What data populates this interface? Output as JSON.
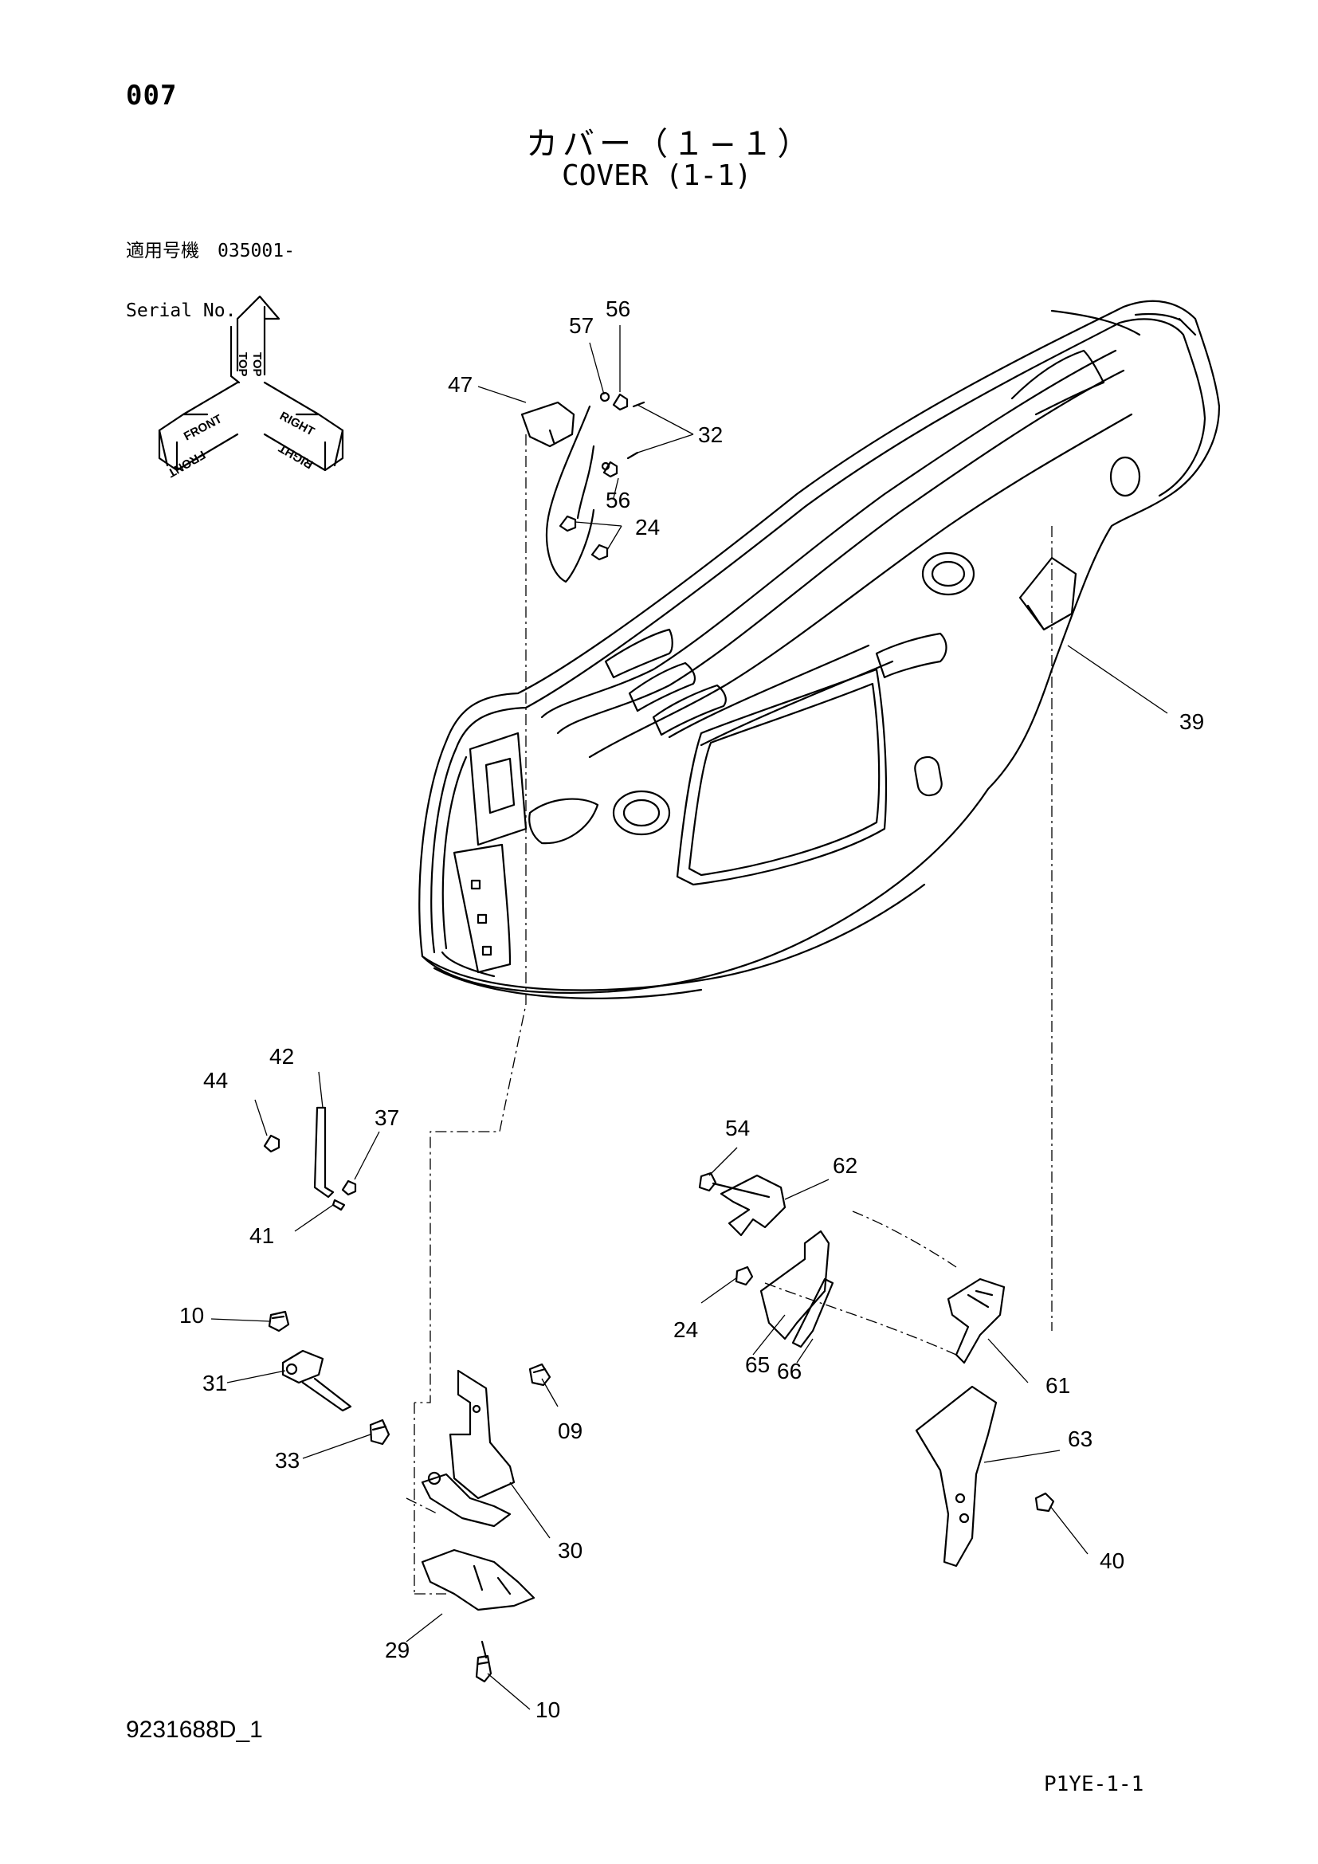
{
  "header": {
    "page_number": "007",
    "title_jp": "カバー（１−１）",
    "title_en": "COVER (1-1)",
    "serial_label_jp": "適用号機　035001-",
    "serial_label_en": "Serial No."
  },
  "orientation_cube": {
    "top": "TOP",
    "front": "FRONT",
    "right": "RIGHT"
  },
  "callouts": [
    "57",
    "56",
    "47",
    "32",
    "56",
    "24",
    "39",
    "42",
    "44",
    "37",
    "41",
    "54",
    "62",
    "10",
    "31",
    "24",
    "65",
    "66",
    "61",
    "09",
    "33",
    "63",
    "30",
    "40",
    "29",
    "10"
  ],
  "footer": {
    "doc_code": "9231688D_1",
    "page_ref": "P1YE-1-1"
  }
}
